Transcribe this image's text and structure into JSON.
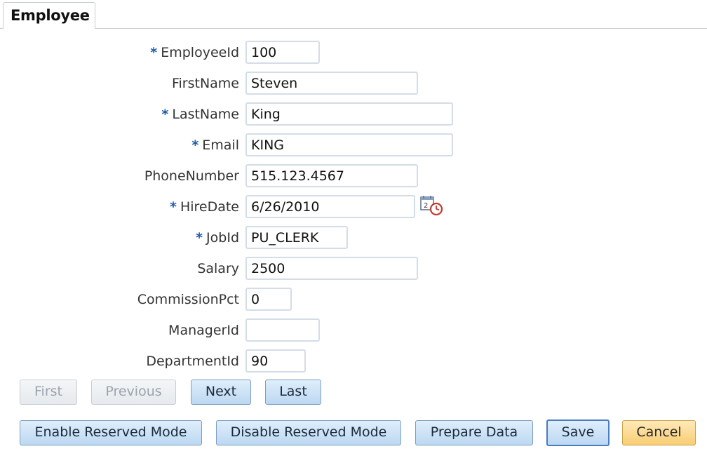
{
  "tab": {
    "label": "Employee"
  },
  "form": {
    "required_marker": "*",
    "fields": [
      {
        "label": "EmployeeId",
        "value": "100",
        "required": true
      },
      {
        "label": "FirstName",
        "value": "Steven",
        "required": false
      },
      {
        "label": "LastName",
        "value": "King",
        "required": true
      },
      {
        "label": "Email",
        "value": "KING",
        "required": true
      },
      {
        "label": "PhoneNumber",
        "value": "515.123.4567",
        "required": false
      },
      {
        "label": "HireDate",
        "value": "6/26/2010",
        "required": true
      },
      {
        "label": "JobId",
        "value": "PU_CLERK",
        "required": true
      },
      {
        "label": "Salary",
        "value": "2500",
        "required": false
      },
      {
        "label": "CommissionPct",
        "value": "0",
        "required": false
      },
      {
        "label": "ManagerId",
        "value": "",
        "required": false
      },
      {
        "label": "DepartmentId",
        "value": "90",
        "required": false
      }
    ]
  },
  "icons": {
    "hire_date_picker": "calendar-clock-icon"
  },
  "navigation": {
    "first": "First",
    "previous": "Previous",
    "next": "Next",
    "last": "Last"
  },
  "actions": {
    "enable_reserved": "Enable Reserved Mode",
    "disable_reserved": "Disable Reserved Mode",
    "prepare_data": "Prepare Data",
    "save": "Save",
    "cancel": "Cancel"
  },
  "colors": {
    "required_marker": "#1e5aa8",
    "button_blue": "#bcd8f2",
    "button_cancel": "#f9cd73",
    "input_border": "#d3dde8"
  }
}
